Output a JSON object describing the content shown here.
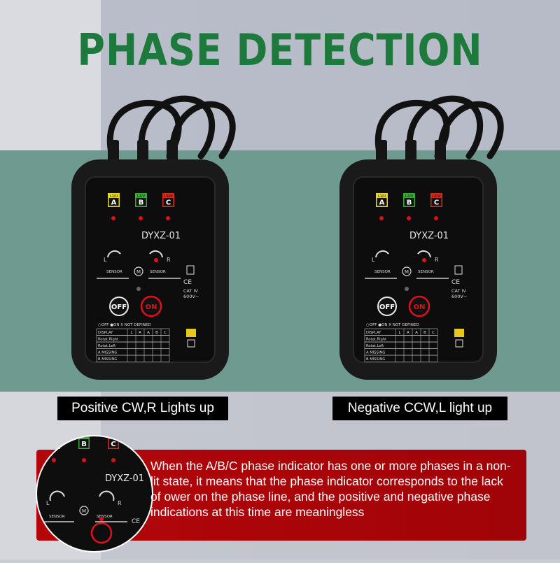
{
  "title": "PHASE DETECTION",
  "captions": {
    "left": "Positive CW,R Lights up",
    "right": "Negative CCW,L light up"
  },
  "info": "When the A/B/C phase indicator has one or more phases in a non-lit state, it means that the phase indicator corresponds to the lack of ower on the phase line, and the positive and negative phase indications at this time are meaningless",
  "device": {
    "model": "DYXZ-01",
    "phases": [
      {
        "small": "L1/U",
        "letter": "A",
        "color": "#e8d62a"
      },
      {
        "small": "L2/V",
        "letter": "B",
        "color": "#3da83a"
      },
      {
        "small": "L3/W",
        "letter": "C",
        "color": "#d42a23"
      }
    ],
    "rot_left": "L",
    "rot_right": "R",
    "sensor": "SENSOR",
    "motor": "M",
    "cat": "CAT IV",
    "volt": "600V~",
    "ce": "CE",
    "off": "OFF",
    "on": "ON",
    "legend": "○OFF  ●ON   X NOT DEFINED",
    "table_rows": [
      "DISPLAY",
      "Rotat.Right",
      "Rotat.Left",
      "A MISSING",
      "B MISSING"
    ],
    "table_cols": [
      "L",
      "R",
      "A",
      "B",
      "C"
    ]
  },
  "colors": {
    "title": "#1e7a3c",
    "panel": "#b3060a",
    "led": "#e0101a",
    "teal": "#6e9a90"
  }
}
